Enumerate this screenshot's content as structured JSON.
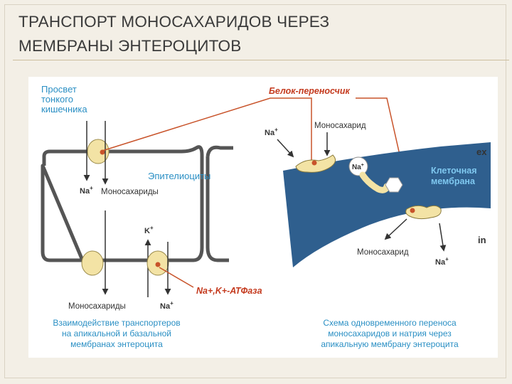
{
  "slide": {
    "title_line1": "ТРАНСПОРТ МОНОСАХАРИДОВ ЧЕРЕЗ",
    "title_line2": "МЕМБРАНЫ ЭНТЕРОЦИТОВ"
  },
  "left_panel": {
    "lumen_label_1": "Просвет",
    "lumen_label_2": "тонкого",
    "lumen_label_3": "кишечника",
    "epithelium_label": "Эпителиоциты",
    "apical_na": "Na",
    "apical_na_sup": "+",
    "apical_mono": "Моносахариды",
    "k_label": "K",
    "k_sup": "+",
    "basal_mono": "Моносахариды",
    "basal_na": "Na",
    "basal_na_sup": "+",
    "atpase_label": "Na+,K+-АТФаза",
    "caption_1": "Взаимодействие транспортеров",
    "caption_2": "на апикальной и базальной",
    "caption_3": "мембранах энтероцита"
  },
  "right_panel": {
    "carrier_label": "Белок-переносчик",
    "na_top": "Na",
    "na_top_sup": "+",
    "mono_top": "Моносахарид",
    "ex_label": "ex",
    "na_carrier": "Na",
    "na_carrier_sup": "+",
    "membrane_label_1": "Клеточная",
    "membrane_label_2": "мембрана",
    "in_label": "in",
    "mono_bottom": "Моносахарид",
    "na_bottom": "Na",
    "na_bottom_sup": "+",
    "caption_1": "Схема одновременного переноса",
    "caption_2": "моносахаридов и натрия через",
    "caption_3": "апикальную мембрану энтероцита"
  },
  "colors": {
    "label_blue": "#2a8fc4",
    "membrane_blue": "#2f5f8e",
    "carrier_yellow": "#f3e3a5",
    "line_orange": "#c8532a",
    "cell_grey": "#555555",
    "text_dark": "#3a3a3a",
    "atpase_red": "#c43a1e"
  }
}
